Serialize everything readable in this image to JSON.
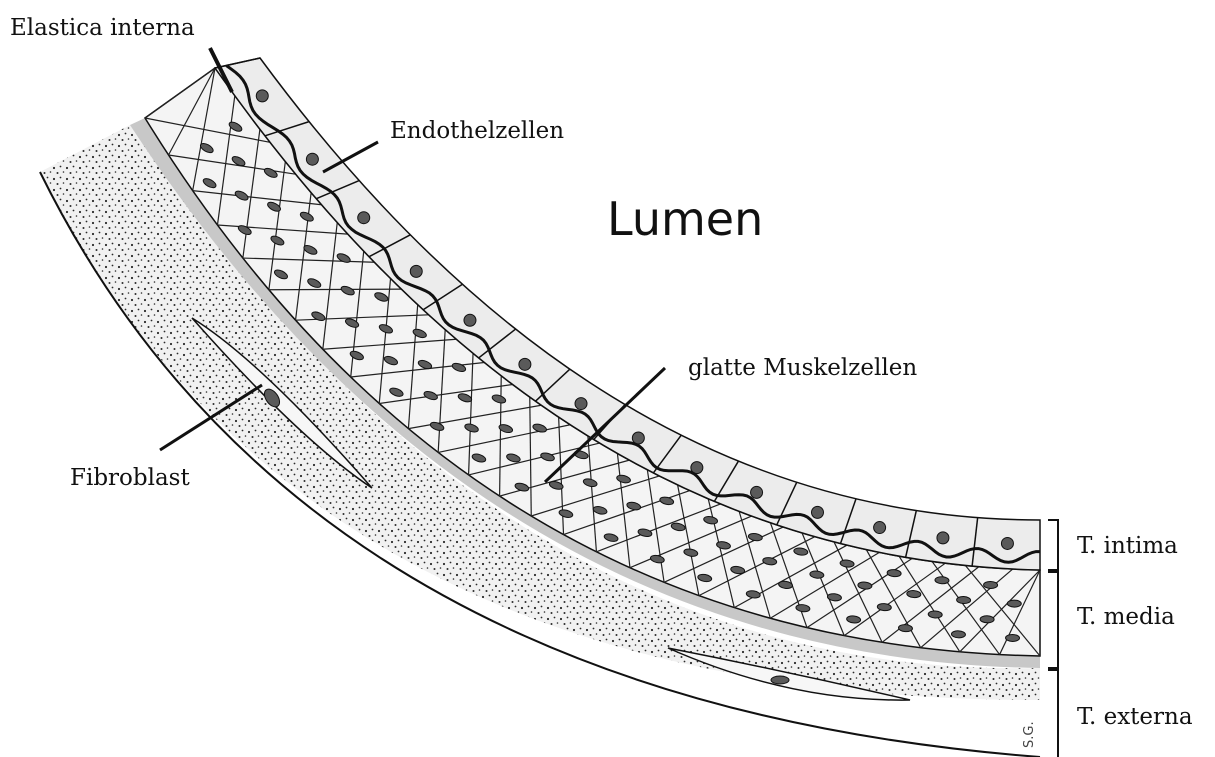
{
  "labels": {
    "elastica_interna": "Elastica interna",
    "endothelzellen": "Endothelzellen",
    "lumen": "Lumen",
    "glatte_muskelzellen": "glatte Muskelzellen",
    "fibroblast": "Fibroblast",
    "t_intima": "T. intima",
    "t_media": "T. media",
    "t_externa": "T. externa",
    "signature": "S.G."
  },
  "colors": {
    "stroke": "#111111",
    "cell_fill": "#f4f4f4",
    "nucleus": "#5a5a5a",
    "adventitia_fill": "#f1f1f1",
    "stipple": "#2a2a2a",
    "connective": "#c8c8c8"
  }
}
